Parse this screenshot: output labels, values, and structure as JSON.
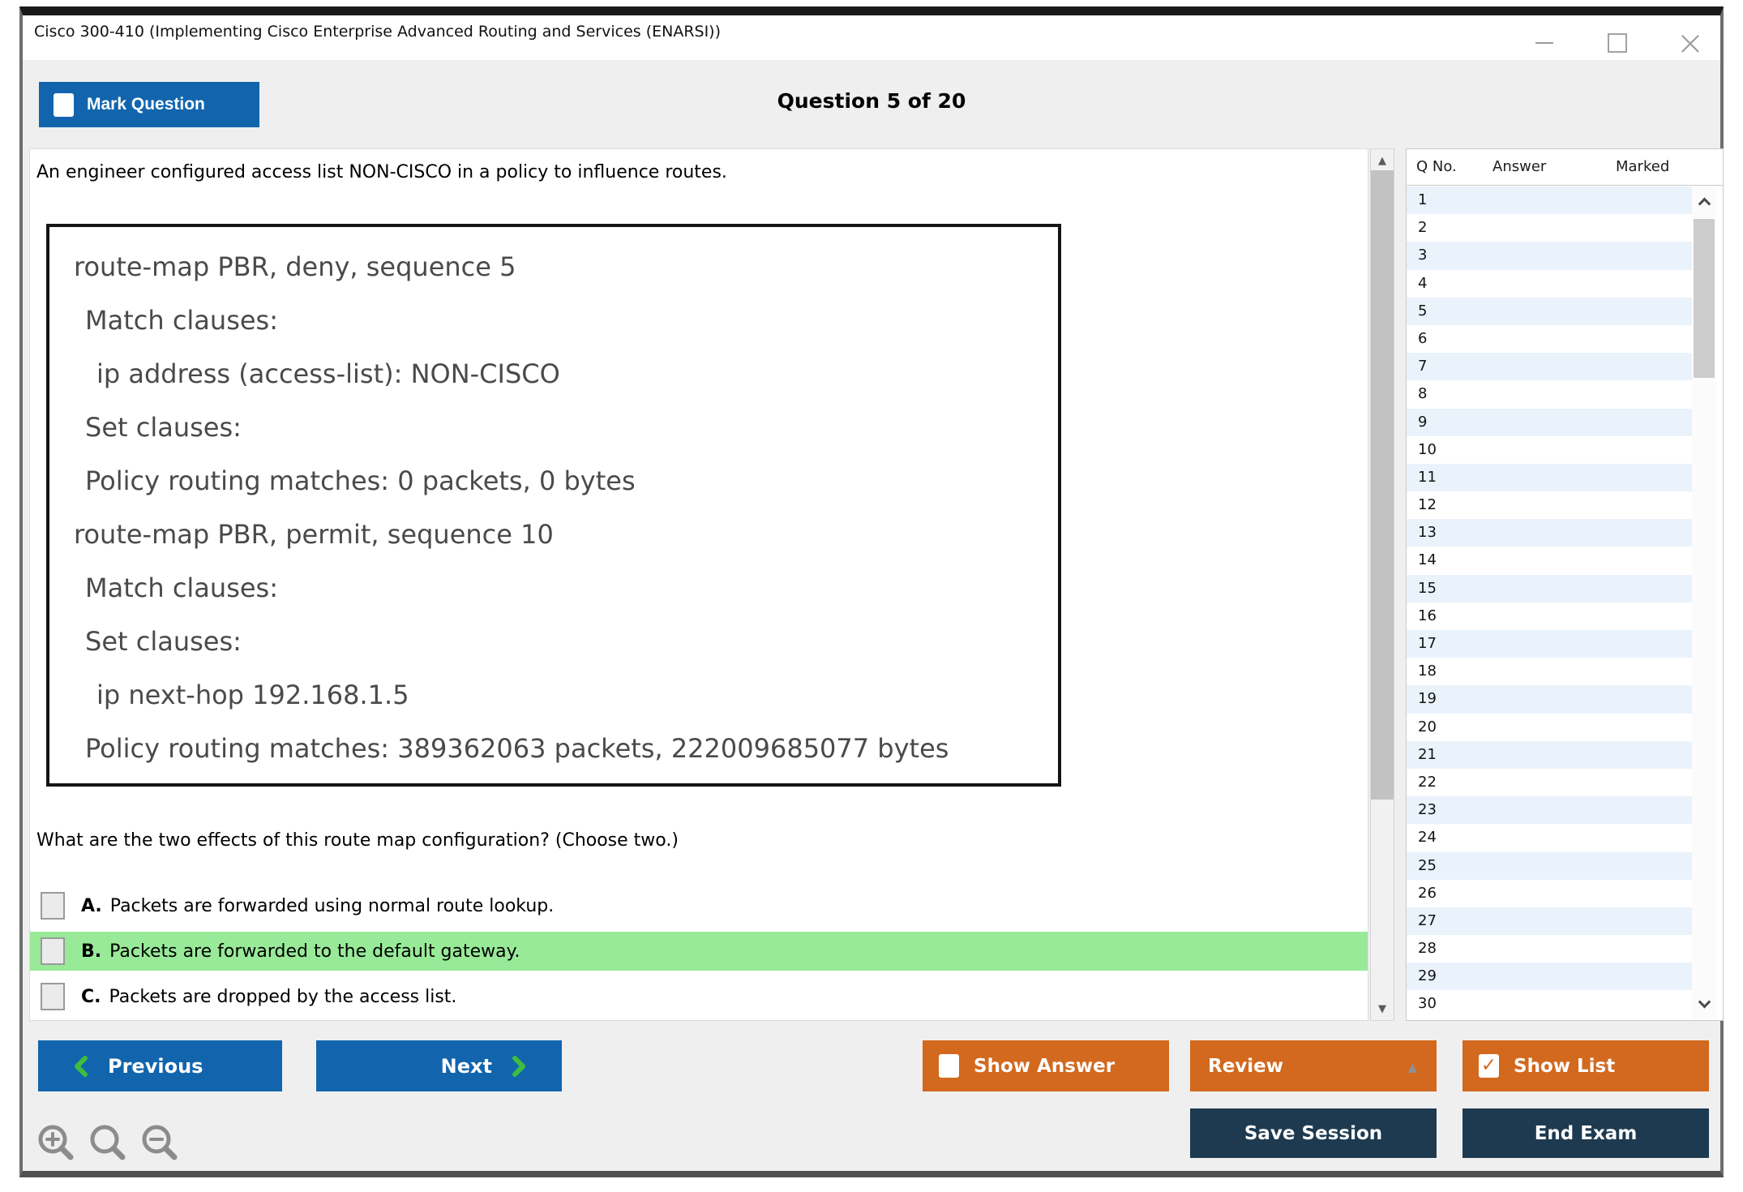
{
  "window": {
    "title": "Cisco 300-410 (Implementing Cisco Enterprise Advanced Routing and Services (ENARSI))",
    "close_glyph": "×"
  },
  "header": {
    "mark_question_label": "Mark Question",
    "question_counter": "Question 5 of 20"
  },
  "question": {
    "intro": "An engineer configured access list NON-CISCO in a policy to influence routes.",
    "exhibit_lines": [
      {
        "indent_class": "ind0",
        "text": "route-map PBR, deny, sequence 5"
      },
      {
        "indent_class": "ind1",
        "text": "Match clauses:"
      },
      {
        "indent_class": "ind2",
        "text": "ip address (access-list): NON-CISCO"
      },
      {
        "indent_class": "ind1",
        "text": "Set clauses:"
      },
      {
        "indent_class": "ind1",
        "text": "Policy routing matches: 0 packets, 0 bytes"
      },
      {
        "indent_class": "ind0",
        "text": "route-map PBR, permit, sequence 10"
      },
      {
        "indent_class": "ind1",
        "text": "Match clauses:"
      },
      {
        "indent_class": "ind1",
        "text": "Set clauses:"
      },
      {
        "indent_class": "ind2",
        "text": "ip next-hop 192.168.1.5"
      },
      {
        "indent_class": "ind1",
        "text": "Policy routing matches: 389362063 packets, 222009685077 bytes"
      }
    ],
    "prompt": "What are the two effects of this route map configuration? (Choose two.)",
    "options": [
      {
        "letter": "A.",
        "text": "Packets are forwarded using normal route lookup.",
        "row_class": ""
      },
      {
        "letter": "B.",
        "text": "Packets are forwarded to the default gateway.",
        "row_class": "hl"
      },
      {
        "letter": "C.",
        "text": "Packets are dropped by the access list.",
        "row_class": ""
      }
    ]
  },
  "question_list": {
    "columns": [
      "Q No.",
      "Answer",
      "Marked"
    ],
    "rows": [
      "1",
      "2",
      "3",
      "4",
      "5",
      "6",
      "7",
      "8",
      "9",
      "10",
      "11",
      "12",
      "13",
      "14",
      "15",
      "16",
      "17",
      "18",
      "19",
      "20",
      "21",
      "22",
      "23",
      "24",
      "25",
      "26",
      "27",
      "28",
      "29",
      "30"
    ]
  },
  "footer": {
    "previous_label": "Previous",
    "next_label": "Next",
    "show_answer_label": "Show Answer",
    "review_label": "Review",
    "show_list_label": "Show List",
    "save_session_label": "Save Session",
    "end_exam_label": "End Exam"
  },
  "icons": {
    "scroll_up": "▲",
    "scroll_down": "▼",
    "triangle_up": "▲",
    "check": "✓"
  },
  "colors": {
    "accent_blue": "#1265ad",
    "accent_orange": "#d2691e",
    "navy": "#1d3a50",
    "highlight_green": "#98ea98",
    "row_stripe_blue": "#eaf3fb",
    "app_gray": "#efefef",
    "chevron_green": "#3fbd3f"
  }
}
